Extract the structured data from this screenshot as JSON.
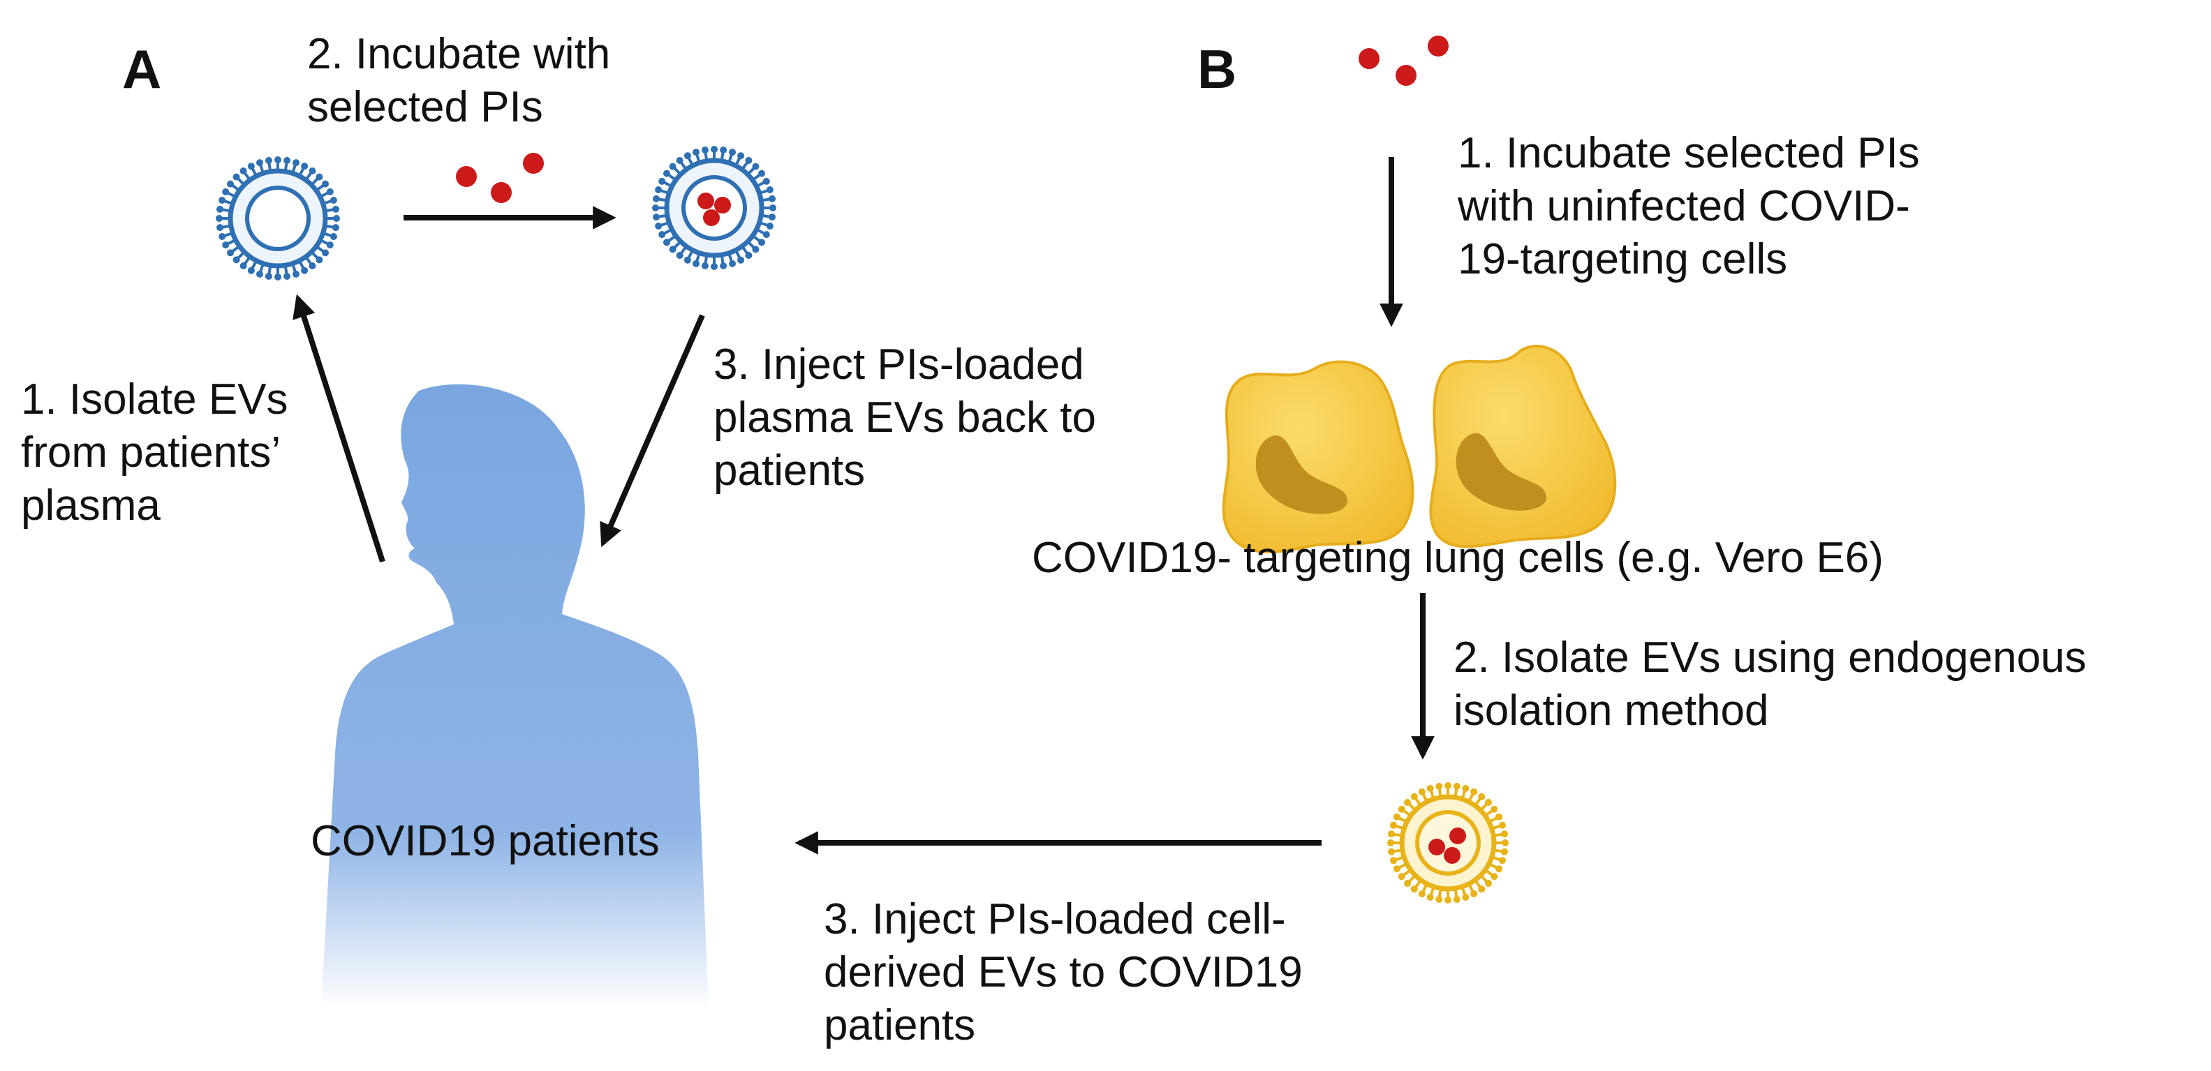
{
  "panel_a": {
    "label": "A",
    "step1_lines": [
      "1. Isolate EVs",
      "from patients’",
      "plasma"
    ],
    "step2_lines": [
      "2. Incubate with",
      "selected PIs"
    ],
    "step3_lines": [
      "3. Inject PIs-loaded",
      "plasma EVs back to",
      "patients"
    ],
    "patients_label": "COVID19  patients"
  },
  "panel_b": {
    "label": "B",
    "step1_lines": [
      "1. Incubate selected PIs",
      "with uninfected COVID-",
      "19-targeting cells"
    ],
    "cells_label": "COVID19-  targeting lung cells (e.g. Vero E6)",
    "step2_lines": [
      "2. Isolate EVs using endogenous",
      "isolation method"
    ],
    "step3_lines": [
      "3. Inject PIs-loaded cell-",
      "derived EVs to COVID19",
      "patients"
    ]
  },
  "colors": {
    "plasma_ev": "#2f6fb3",
    "cell_ev": "#e8b318",
    "protease_inhibitor": "#cc1a1a",
    "lung_cell": "#f6c944",
    "lung_cell_nucleus": "#c18f1d",
    "patient_silhouette": "#7aa6e0",
    "arrow": "#111111"
  }
}
